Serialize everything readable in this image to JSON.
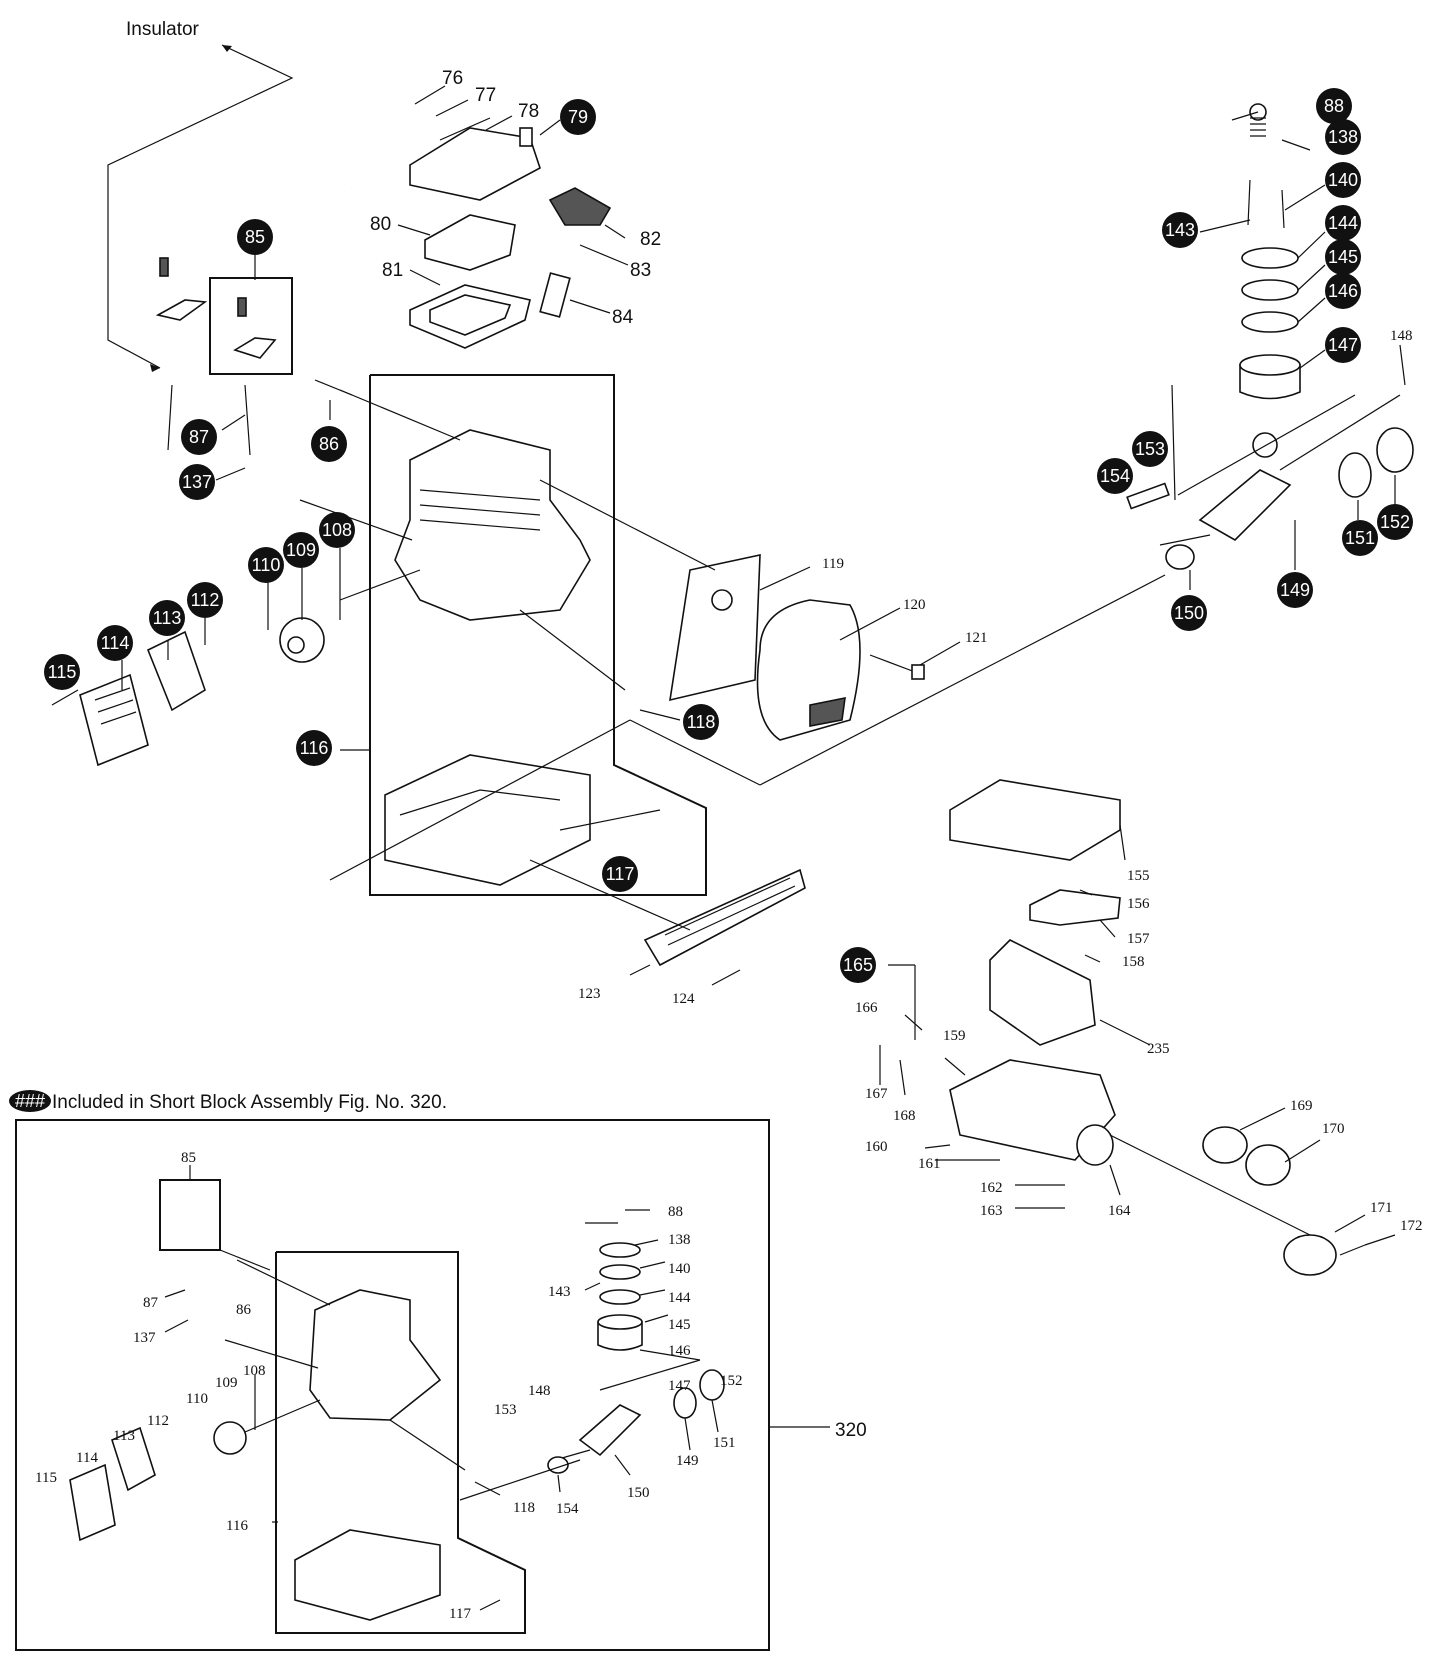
{
  "insulator_label": "Insulator",
  "legend": {
    "symbol": "###",
    "text": "Included in Short Block Assembly Fig. No. 320."
  },
  "assembly_number": "320",
  "badges": [
    "79",
    "85",
    "86",
    "87",
    "88",
    "108",
    "109",
    "110",
    "112",
    "113",
    "114",
    "115",
    "116",
    "117",
    "118",
    "137",
    "138",
    "140",
    "143",
    "144",
    "145",
    "146",
    "147",
    "149",
    "150",
    "151",
    "152",
    "153",
    "154",
    "165"
  ],
  "labels": [
    "76",
    "77",
    "78",
    "80",
    "81",
    "82",
    "83",
    "84",
    "119",
    "120",
    "121",
    "123",
    "124",
    "148",
    "155",
    "156",
    "157",
    "158",
    "159",
    "160",
    "161",
    "162",
    "163",
    "164",
    "166",
    "167",
    "168",
    "169",
    "170",
    "171",
    "172",
    "235"
  ],
  "inset_labels": [
    "85",
    "87",
    "86",
    "137",
    "108",
    "109",
    "110",
    "112",
    "113",
    "114",
    "115",
    "116",
    "117",
    "118",
    "88",
    "138",
    "140",
    "143",
    "144",
    "145",
    "146",
    "147",
    "148",
    "153",
    "154",
    "150",
    "149",
    "151",
    "152"
  ],
  "colors": {
    "ink": "#111111",
    "paper": "#ffffff"
  }
}
